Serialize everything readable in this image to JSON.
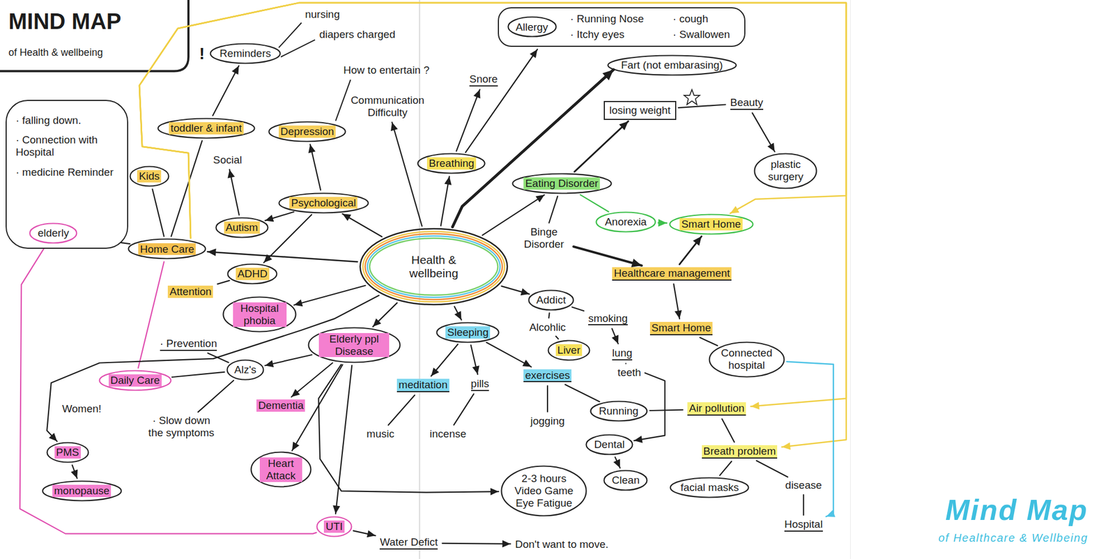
{
  "diagram": {
    "title": "MIND MAP",
    "caption": "Mind Map",
    "nodes": [
      {
        "text": [
          "Health & wellbeing"
        ]
      },
      {
        "text": [
          "· falling down.",
          "· Connection with Hospital",
          "· medicine Reminder"
        ]
      },
      {
        "text": [
          "elderly"
        ],
        "in": 1
      },
      {
        "text": [
          "Kids"
        ]
      },
      {
        "text": [
          "Home Care"
        ]
      },
      {
        "text": [
          "toddler & infant"
        ]
      },
      {
        "text": [
          "Reminders"
        ]
      },
      {
        "text": [
          "Social"
        ]
      },
      {
        "text": [
          "Autism"
        ]
      },
      {
        "text": [
          "Depression"
        ]
      },
      {
        "text": [
          "Psychological"
        ]
      },
      {
        "text": [
          "Communication Difficulty"
        ]
      },
      {
        "text": [
          "ADHD"
        ]
      },
      {
        "text": [
          "Attention"
        ]
      },
      {
        "text": [
          "Hospital phobia"
        ]
      },
      {
        "text": [
          "Elderly ppl Disease"
        ]
      },
      {
        "text": [
          "Alz's"
        ]
      },
      {
        "text": [
          "· Prevention"
        ]
      },
      {
        "text": [
          "Daily Care"
        ]
      },
      {
        "text": [
          "· Slow down the symptoms"
        ]
      },
      {
        "text": [
          "Dementia"
        ]
      },
      {
        "text": [
          "Heart Attack"
        ]
      },
      {
        "text": [
          "UTI"
        ]
      },
      {
        "text": [
          "Water Defict"
        ]
      },
      {
        "text": [
          "Don't want to move."
        ]
      },
      {
        "text": [
          "PMS"
        ]
      },
      {
        "text": [
          "monopause"
        ]
      },
      {
        "text": [
          "2-3 hours Video Game Eye Fatigue"
        ]
      },
      {
        "text": [
          "Breathing"
        ]
      },
      {
        "text": [
          "Snore"
        ]
      },
      {
        "text": [
          "· Running Nose",
          "· Itchy eyes",
          "· cough",
          "· Swallowen"
        ]
      },
      {
        "text": [
          "Allergy"
        ],
        "in": 30
      },
      {
        "text": [
          "Fart (not embarasing)"
        ]
      },
      {
        "text": [
          "losing weight"
        ]
      },
      {
        "text": [
          "Beauty"
        ]
      },
      {
        "text": [
          "plastic surgery"
        ]
      },
      {
        "text": [
          "Eating Disorder"
        ]
      },
      {
        "text": [
          "Binge Disorder"
        ]
      },
      {
        "text": [
          "Anorexia"
        ]
      },
      {
        "text": [
          "Smart Home"
        ]
      },
      {
        "text": [
          "Healthcare management"
        ]
      },
      {
        "text": [
          "Addict"
        ]
      },
      {
        "text": [
          "Alcohlic"
        ]
      },
      {
        "text": [
          "smoking"
        ]
      },
      {
        "text": [
          "Liver"
        ]
      },
      {
        "text": [
          "lung"
        ]
      },
      {
        "text": [
          "teeth"
        ]
      },
      {
        "text": [
          "Smart Home"
        ]
      },
      {
        "text": [
          "Connected hospital"
        ]
      },
      {
        "text": [
          "Sleeping"
        ]
      },
      {
        "text": [
          "meditation"
        ]
      },
      {
        "text": [
          "pills"
        ]
      },
      {
        "text": [
          "music"
        ]
      },
      {
        "text": [
          "incense"
        ]
      },
      {
        "text": [
          "exercises"
        ]
      },
      {
        "text": [
          "jogging"
        ]
      },
      {
        "text": [
          "Running"
        ]
      },
      {
        "text": [
          "Dental"
        ]
      },
      {
        "text": [
          "Clean"
        ]
      },
      {
        "text": [
          "Air pollution"
        ]
      },
      {
        "text": [
          "Breath problem"
        ]
      },
      {
        "text": [
          "facial masks"
        ]
      },
      {
        "text": [
          "disease"
        ]
      },
      {
        "text": [
          "Hospital"
        ]
      }
    ],
    "edges": [
      {
        "from": 0,
        "to": 4,
        "arrow": "to"
      },
      {
        "from": 4,
        "to": 3,
        "arrow": "none"
      },
      {
        "from": 4,
        "to": 2,
        "arrow": "none"
      },
      {
        "from": 4,
        "to": 5,
        "arrow": "none"
      },
      {
        "from": 5,
        "to": 6,
        "arrow": "to"
      },
      {
        "from": 0,
        "to": 10,
        "arrow": "to"
      },
      {
        "from": 10,
        "to": 8,
        "arrow": "to"
      },
      {
        "from": 8,
        "to": 7,
        "arrow": "to"
      },
      {
        "from": 10,
        "to": 9,
        "arrow": "to"
      },
      {
        "from": 0,
        "to": 11,
        "arrow": "to"
      },
      {
        "from": 10,
        "to": 12,
        "arrow": "to"
      },
      {
        "from": 12,
        "to": 13,
        "arrow": "none"
      },
      {
        "from": 0,
        "to": 14,
        "arrow": "to"
      },
      {
        "from": 0,
        "to": 15,
        "arrow": "to"
      },
      {
        "from": 15,
        "to": 16,
        "arrow": "to"
      },
      {
        "from": 16,
        "to": 17,
        "arrow": "none"
      },
      {
        "from": 16,
        "to": 18,
        "arrow": "none"
      },
      {
        "from": 4,
        "to": 18,
        "arrow": "none"
      },
      {
        "from": 16,
        "to": 19,
        "arrow": "none"
      },
      {
        "from": 15,
        "to": 20,
        "arrow": "to"
      },
      {
        "from": 15,
        "to": 21,
        "arrow": "to"
      },
      {
        "from": 15,
        "to": 22,
        "arrow": "to"
      },
      {
        "from": 2,
        "to": 22,
        "arrow": "none"
      },
      {
        "from": 22,
        "to": 23,
        "arrow": "to"
      },
      {
        "from": 23,
        "to": 24,
        "arrow": "to"
      },
      {
        "from": 0,
        "to": 25,
        "label": "Women!",
        "arrow": "to"
      },
      {
        "from": 25,
        "to": 26,
        "arrow": "to"
      },
      {
        "from": 15,
        "to": 27,
        "arrow": "to"
      },
      {
        "from": 0,
        "to": 28,
        "arrow": "to"
      },
      {
        "from": 28,
        "to": 29,
        "arrow": "to"
      },
      {
        "from": 28,
        "to": 30,
        "arrow": "to"
      },
      {
        "from": 0,
        "to": 32,
        "arrow": "to"
      },
      {
        "from": 0,
        "to": 36,
        "arrow": "to"
      },
      {
        "from": 36,
        "to": 33,
        "arrow": "to"
      },
      {
        "from": 33,
        "to": 34,
        "arrow": "none"
      },
      {
        "from": 34,
        "to": 35,
        "arrow": "to"
      },
      {
        "from": 36,
        "to": 37,
        "arrow": "none"
      },
      {
        "from": 36,
        "to": 38,
        "arrow": "none"
      },
      {
        "from": 37,
        "to": 40,
        "arrow": "to"
      },
      {
        "from": 38,
        "to": 39,
        "arrow": "to"
      },
      {
        "from": 40,
        "to": 39,
        "arrow": "to"
      },
      {
        "from": 4,
        "to": 39,
        "arrow": "to"
      },
      {
        "from": 4,
        "to": 59,
        "arrow": "to"
      },
      {
        "from": 4,
        "to": 60,
        "arrow": "to"
      },
      {
        "from": 0,
        "to": 41,
        "arrow": "to"
      },
      {
        "from": 41,
        "to": 42,
        "arrow": "none"
      },
      {
        "from": 41,
        "to": 43,
        "arrow": "none"
      },
      {
        "from": 42,
        "to": 44,
        "arrow": "none"
      },
      {
        "from": 43,
        "to": 45,
        "arrow": "to"
      },
      {
        "from": 45,
        "to": 46,
        "arrow": "none"
      },
      {
        "from": 46,
        "to": 57,
        "arrow": "to"
      },
      {
        "from": 40,
        "to": 47,
        "arrow": "to"
      },
      {
        "from": 47,
        "to": 48,
        "arrow": "none"
      },
      {
        "from": 48,
        "to": 63,
        "arrow": "to"
      },
      {
        "from": 0,
        "to": 49,
        "arrow": "to"
      },
      {
        "from": 49,
        "to": 50,
        "arrow": "to"
      },
      {
        "from": 49,
        "to": 51,
        "arrow": "to"
      },
      {
        "from": 49,
        "to": 54,
        "arrow": "to"
      },
      {
        "from": 50,
        "to": 52,
        "arrow": "none"
      },
      {
        "from": 51,
        "to": 53,
        "arrow": "none"
      },
      {
        "from": 54,
        "to": 55,
        "arrow": "none"
      },
      {
        "from": 54,
        "to": 56,
        "arrow": "none"
      },
      {
        "from": 56,
        "to": 59,
        "arrow": "none"
      },
      {
        "from": 59,
        "to": 60,
        "arrow": "none"
      },
      {
        "from": 60,
        "to": 61,
        "arrow": "none"
      },
      {
        "from": 60,
        "to": 62,
        "arrow": "none"
      },
      {
        "from": 62,
        "to": 63,
        "arrow": "none"
      },
      {
        "from": 57,
        "to": 58,
        "arrow": "to"
      }
    ],
    "labels": [
      "of Health & wellbeing",
      "!",
      "nursing",
      "diapers charged",
      "How to entertain ?",
      "of Healthcare & Wellbeing"
    ]
  }
}
